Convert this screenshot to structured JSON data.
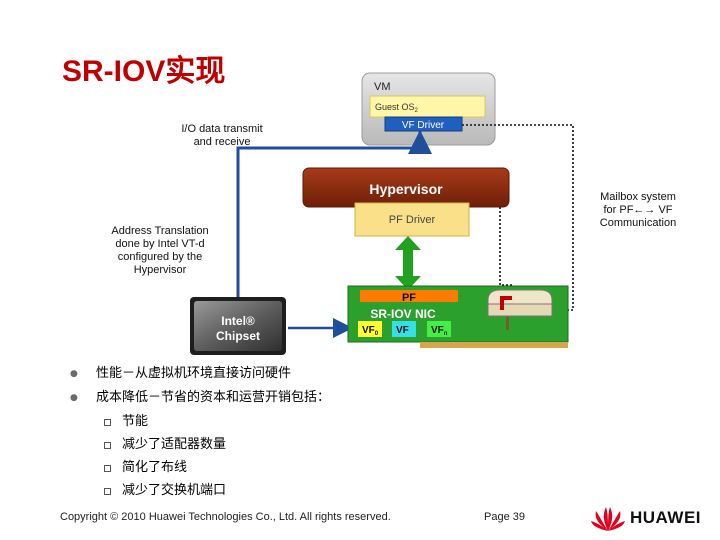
{
  "title": "SR-IOV实现",
  "diagram": {
    "vm_label": "VM",
    "guest_os_label": "Guest OS",
    "guest_os_sub": "2",
    "vf_driver_label": "VF Driver",
    "io_label_line1": "I/O data transmit",
    "io_label_line2": "and receive",
    "hypervisor_label": "Hypervisor",
    "pf_driver_label": "PF Driver",
    "mailbox_line1": "Mailbox system",
    "mailbox_line2": "for PF←→ VF",
    "mailbox_line3": "Communication",
    "address_line1": "Address Translation",
    "address_line2": "done by Intel VT-d",
    "address_line3": "configured by the",
    "address_line4": "Hypervisor",
    "chipset_line1": "Intel®",
    "chipset_line2": "Chipset",
    "pf_label": "PF",
    "nic_label": "SR-IOV NIC",
    "vf0_label": "VF",
    "vf0_sub": "0",
    "vf1_label": "VF",
    "vf1_sub": "",
    "vfn_label": "VF",
    "vfn_sub": "n",
    "colors": {
      "hypervisor": "#8b2a0e",
      "pf_driver": "#fbe08a",
      "nic": "#2ca02c",
      "vm": "#c8c8c8",
      "blue_line": "#1f4e9c",
      "green_arrow": "#22a022"
    }
  },
  "bullets": [
    {
      "text": "性能－从虚拟机环境直接访问硬件",
      "children": []
    },
    {
      "text": "成本降低－节省的资本和运营开销包括：",
      "children": [
        "节能",
        "减少了适配器数量",
        "简化了布线",
        "减少了交换机端口"
      ]
    }
  ],
  "footer": {
    "copyright": "Copyright © 2010 Huawei Technologies Co., Ltd. All rights reserved.",
    "page": "Page 39",
    "brand": "HUAWEI",
    "logo_icon": "huawei-petal-logo",
    "brand_color": "#e2001a"
  }
}
